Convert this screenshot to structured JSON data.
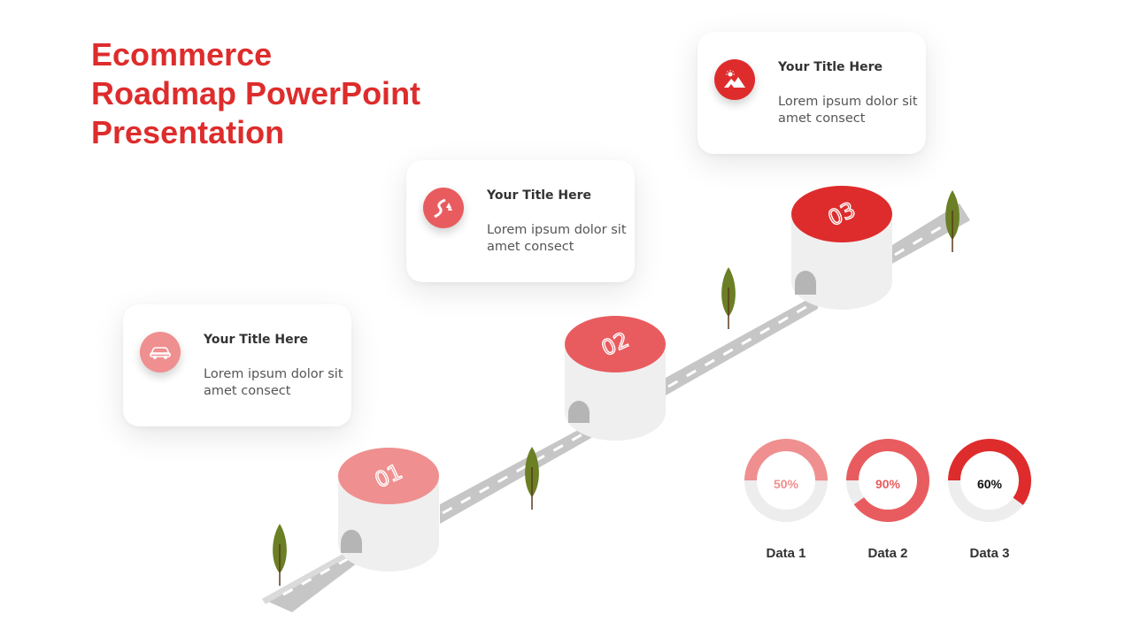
{
  "slide": {
    "title_lines": [
      "Ecommerce",
      "Roadmap PowerPoint",
      "Presentation"
    ]
  },
  "colors": {
    "step1": "#ef8f8f",
    "step2": "#e85c5f",
    "step3": "#de2c2c",
    "road": "#c6c6c6",
    "pillar": "#efefef",
    "tree": "#6b7f25"
  },
  "milestones": [
    {
      "number": "01",
      "icon": "car-icon",
      "title": "Your Title Here",
      "desc": "Lorem ipsum dolor sit amet consect"
    },
    {
      "number": "02",
      "icon": "winding-road-icon",
      "title": "Your Title Here",
      "desc": "Lorem ipsum dolor sit amet consect"
    },
    {
      "number": "03",
      "icon": "mountain-sun-icon",
      "title": "Your Title Here",
      "desc": "Lorem ipsum dolor sit amet consect"
    }
  ],
  "chart_data": {
    "type": "pie",
    "categories": [
      "Data 1",
      "Data 2",
      "Data 3"
    ],
    "values": [
      50,
      90,
      60
    ],
    "value_labels": [
      "50%",
      "90%",
      "60%"
    ],
    "colors": [
      "#ef8f8f",
      "#e85c5f",
      "#de2c2c"
    ]
  }
}
